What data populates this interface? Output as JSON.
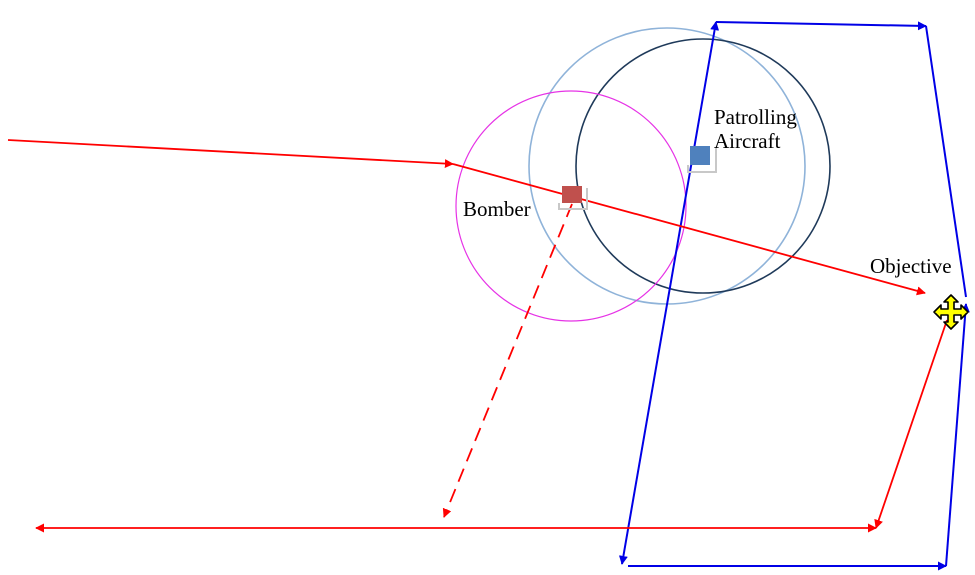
{
  "labels": {
    "bomber": "Bomber",
    "patrolling_line1": "Patrolling",
    "patrolling_line2": "Aircraft",
    "objective": "Objective"
  },
  "colors": {
    "bomber_route": "#ff0000",
    "patrol_route": "#0000e6",
    "bomber_range": "#e633e6",
    "patrol_outer_range": "#8fb3d9",
    "patrol_inner_range": "#1f3a5a",
    "bomber_icon": "#c0504d",
    "patrol_icon": "#4f81bd",
    "objective_fill": "#ffff00"
  },
  "icons": {
    "bomber": "bomber-square-icon",
    "patrol": "patrol-aircraft-square-icon",
    "objective": "four-way-arrow-cross-icon"
  }
}
